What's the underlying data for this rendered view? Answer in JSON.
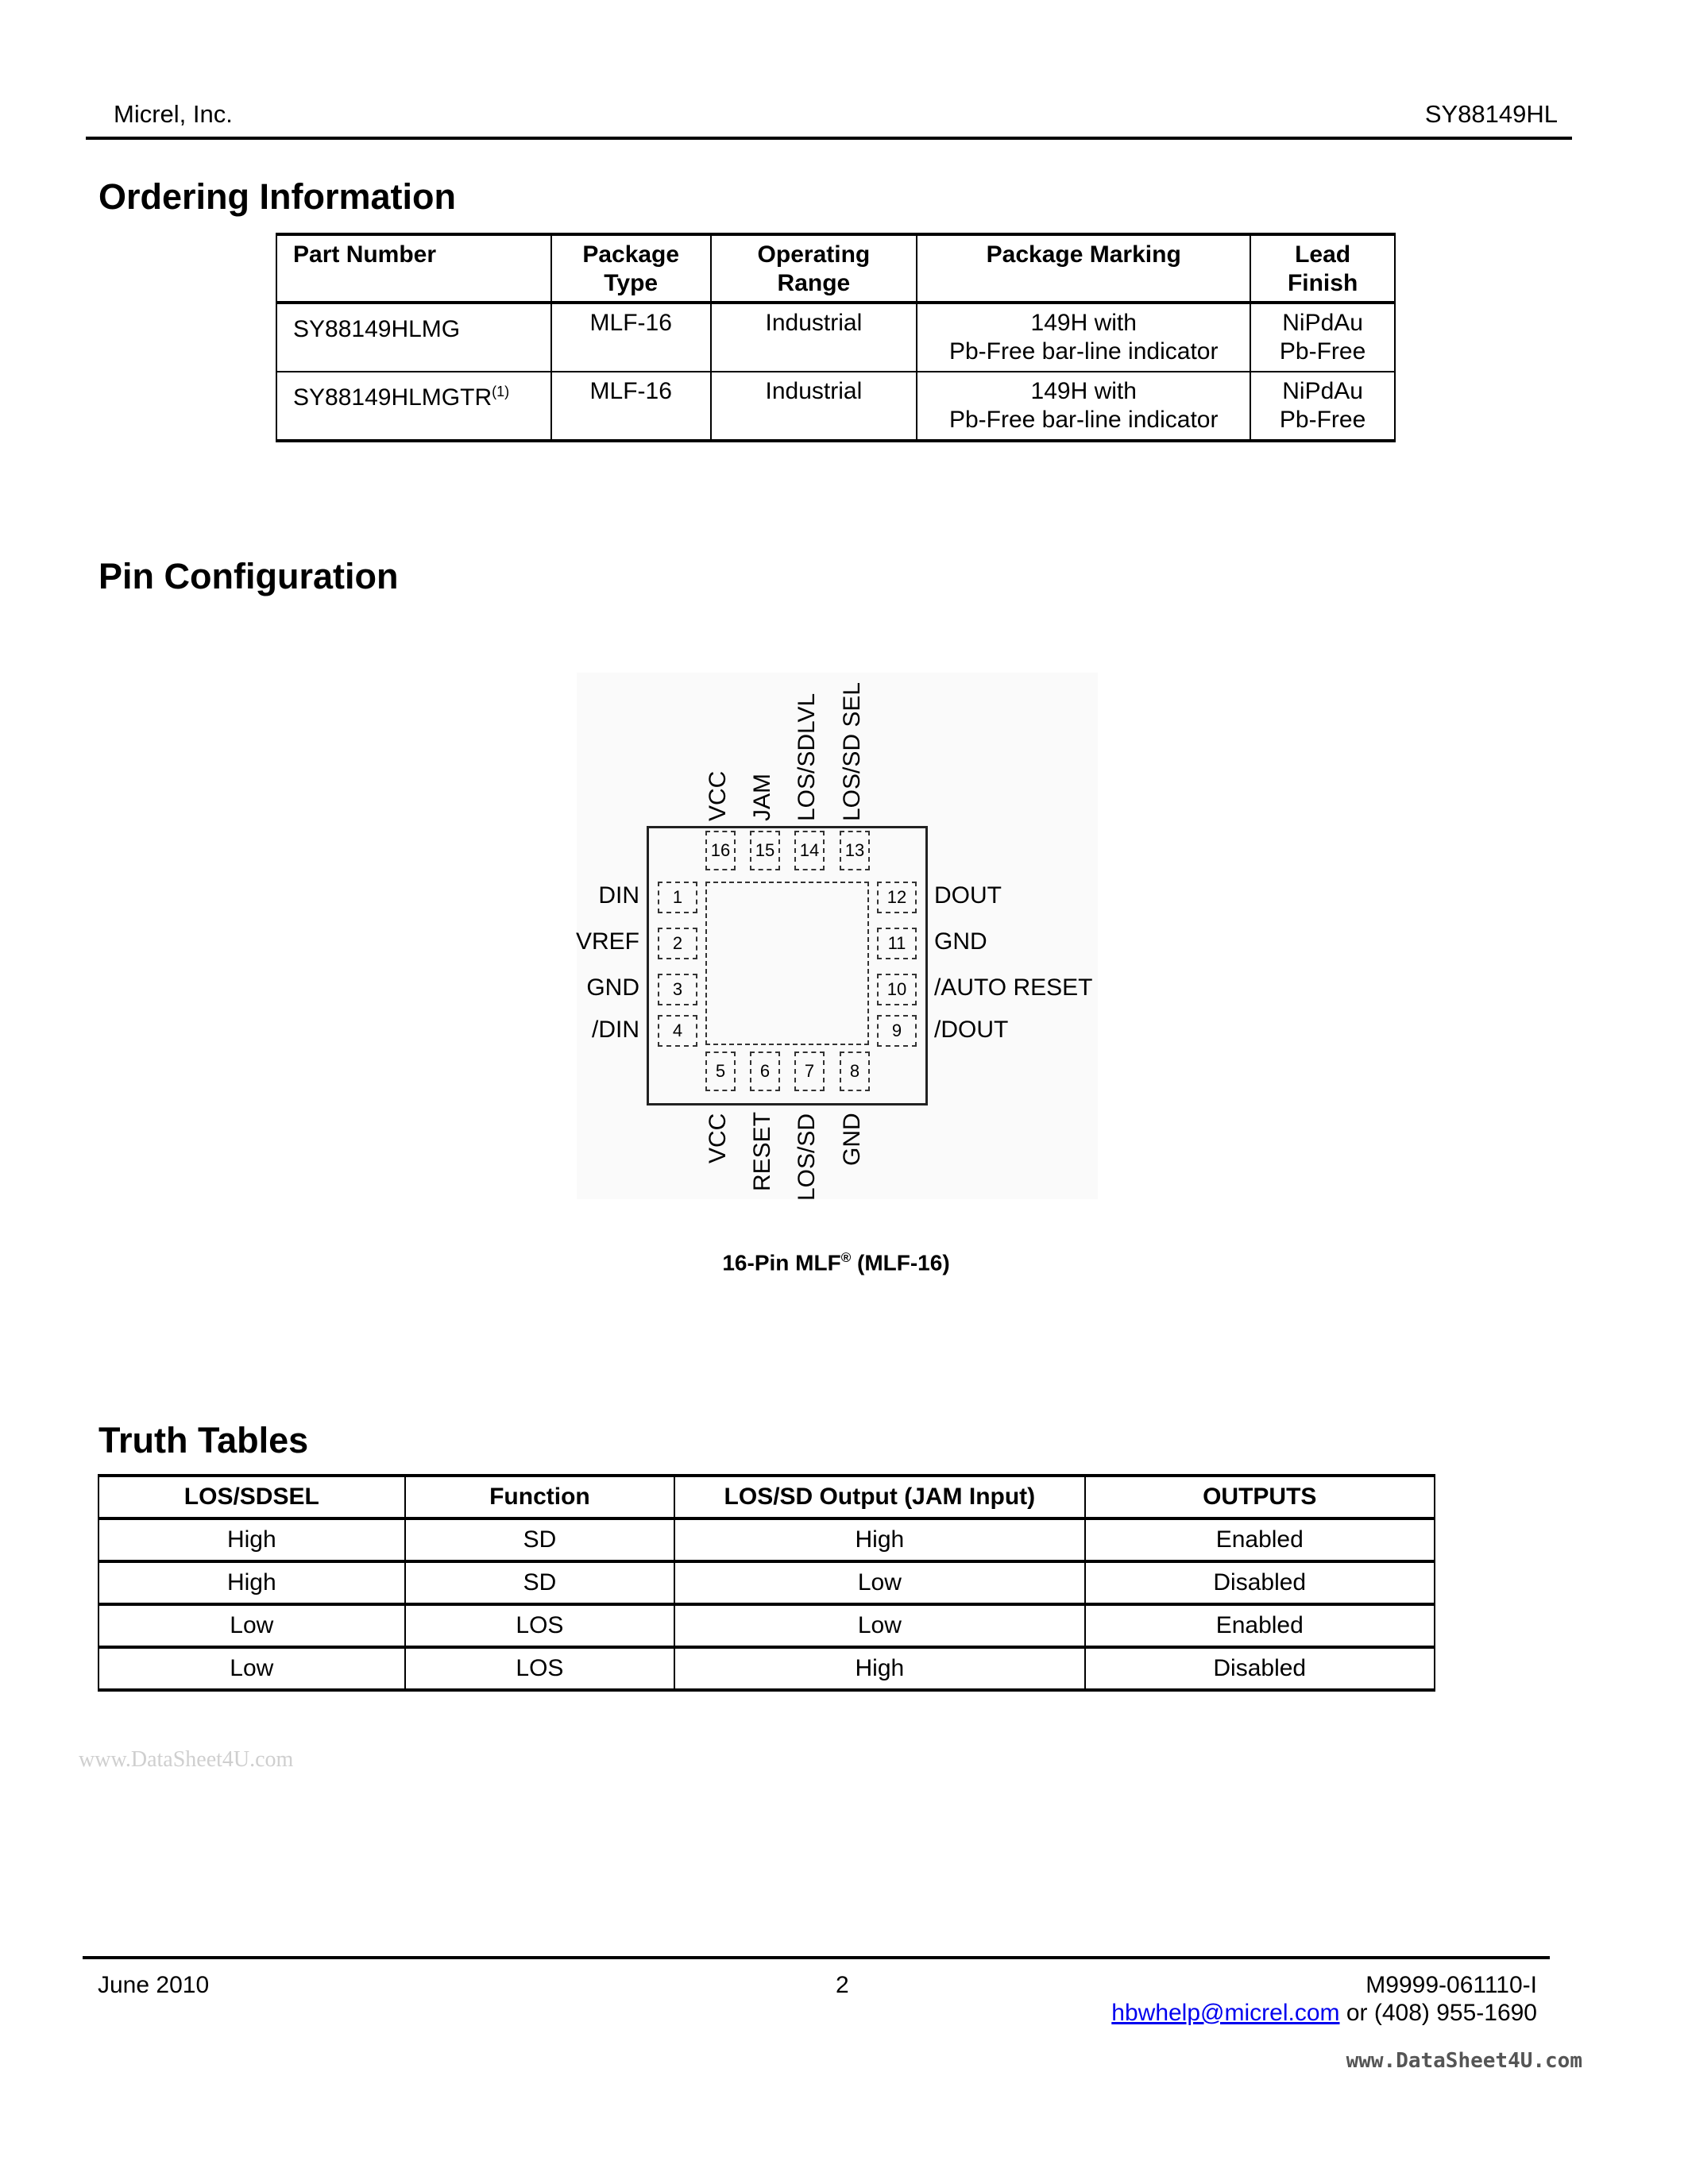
{
  "header": {
    "company": "Micrel, Inc.",
    "part": "SY88149HL"
  },
  "ordering": {
    "title": "Ordering Information",
    "columns": [
      "Part Number",
      "Package\nType",
      "Operating\nRange",
      "Package Marking",
      "Lead\nFinish"
    ],
    "col_lines": {
      "part_number": "Part Number",
      "package_type_1": "Package",
      "package_type_2": "Type",
      "operating_range_1": "Operating",
      "operating_range_2": "Range",
      "package_marking": "Package Marking",
      "lead_finish_1": "Lead",
      "lead_finish_2": "Finish"
    },
    "rows": [
      {
        "part": "SY88149HLMG",
        "note": "",
        "package": "MLF-16",
        "range": "Industrial",
        "marking_1": "149H with",
        "marking_2": "Pb-Free bar-line indicator",
        "finish_1": "NiPdAu",
        "finish_2": "Pb-Free"
      },
      {
        "part": "SY88149HLMGTR",
        "note": "(1)",
        "package": "MLF-16",
        "range": "Industrial",
        "marking_1": "149H with",
        "marking_2": "Pb-Free bar-line indicator",
        "finish_1": "NiPdAu",
        "finish_2": "Pb-Free"
      }
    ]
  },
  "pin_config": {
    "title": "Pin Configuration",
    "top_pins": [
      {
        "num": "16",
        "name": "VCC"
      },
      {
        "num": "15",
        "name": "JAM"
      },
      {
        "num": "14",
        "name": "LOS/SDLVL"
      },
      {
        "num": "13",
        "name": "LOS/SD SEL"
      }
    ],
    "left_pins": [
      {
        "num": "1",
        "name": "DIN"
      },
      {
        "num": "2",
        "name": "VREF"
      },
      {
        "num": "3",
        "name": "GND"
      },
      {
        "num": "4",
        "name": "/DIN"
      }
    ],
    "right_pins": [
      {
        "num": "12",
        "name": "DOUT"
      },
      {
        "num": "11",
        "name": "GND"
      },
      {
        "num": "10",
        "name": "/AUTO RESET"
      },
      {
        "num": "9",
        "name": "/DOUT"
      }
    ],
    "bottom_pins": [
      {
        "num": "5",
        "name": "VCC"
      },
      {
        "num": "6",
        "name": "RESET"
      },
      {
        "num": "7",
        "name": "LOS/SD"
      },
      {
        "num": "8",
        "name": "GND"
      }
    ],
    "caption_main": "16-Pin MLF",
    "caption_reg": "®",
    "caption_tail": " (MLF-16)"
  },
  "truth_table": {
    "title": "Truth Tables",
    "columns": [
      "LOS/SDSEL",
      "Function",
      "LOS/SD Output (JAM Input)",
      "OUTPUTS"
    ],
    "rows": [
      [
        "High",
        "SD",
        "High",
        "Enabled"
      ],
      [
        "High",
        "SD",
        "Low",
        "Disabled"
      ],
      [
        "Low",
        "LOS",
        "Low",
        "Enabled"
      ],
      [
        "Low",
        "LOS",
        "High",
        "Disabled"
      ]
    ]
  },
  "watermark": "www.DataSheet4U.com",
  "footer": {
    "date": "June 2010",
    "page": "2",
    "doc_number": "M9999-061110-I",
    "email": "hbwhelp@micrel.com",
    "phone_text": " or (408) 955-1690",
    "bottom_watermark": "www.DataSheet4U.com"
  }
}
